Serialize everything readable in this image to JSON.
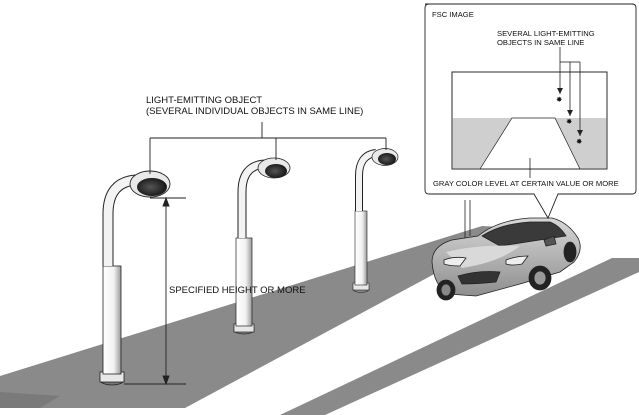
{
  "labels": {
    "light_emitting_line1": "LIGHT-EMITTING OBJECT",
    "light_emitting_line2": "(SEVERAL INDIVIDUAL OBJECTS IN SAME LINE)",
    "specified_height": "SPECIFIED HEIGHT OR MORE"
  },
  "fsc_image": {
    "title": "FSC IMAGE",
    "several_line1": "SEVERAL LIGHT-EMITTING",
    "several_line2": "OBJECTS IN SAME LINE",
    "gray_level": "GRAY COLOR LEVEL AT CERTAIN VALUE OR MORE"
  },
  "colors": {
    "road": "#8a8a8a",
    "gray_area": "#cfcfcf",
    "lamp_lens": "#1f1f1f",
    "car_body": "#b9b9b9",
    "outline": "#222222"
  }
}
